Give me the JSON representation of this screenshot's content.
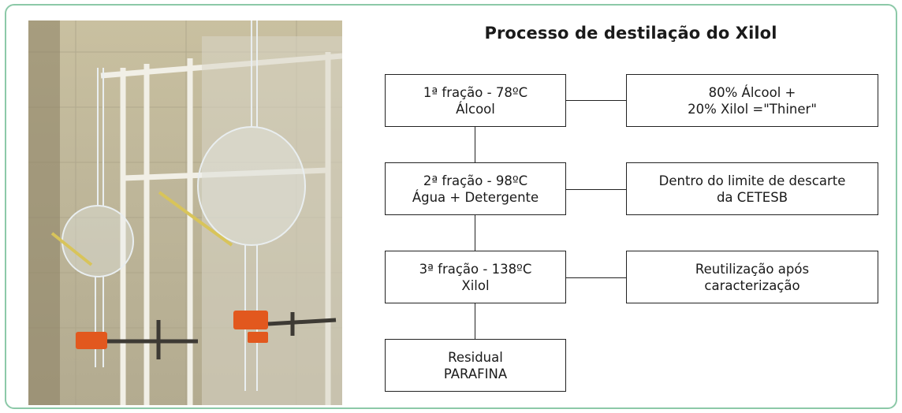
{
  "title": "Processo de destilação do Xilol",
  "photo": {
    "icon": "distillation-apparatus-photo"
  },
  "fractions": [
    {
      "lines": [
        "1ª fração - 78ºC",
        "Álcool"
      ],
      "result": [
        "80% Álcool +",
        "20% Xilol =\"Thiner\""
      ]
    },
    {
      "lines": [
        "2ª fração - 98ºC",
        "Água + Detergente"
      ],
      "result": [
        "Dentro do limite de descarte",
        "da CETESB"
      ]
    },
    {
      "lines": [
        "3ª fração - 138ºC",
        "Xilol"
      ],
      "result": [
        "Reutilização após",
        "caracterização"
      ]
    },
    {
      "lines": [
        "Residual",
        "PARAFINA"
      ]
    }
  ]
}
